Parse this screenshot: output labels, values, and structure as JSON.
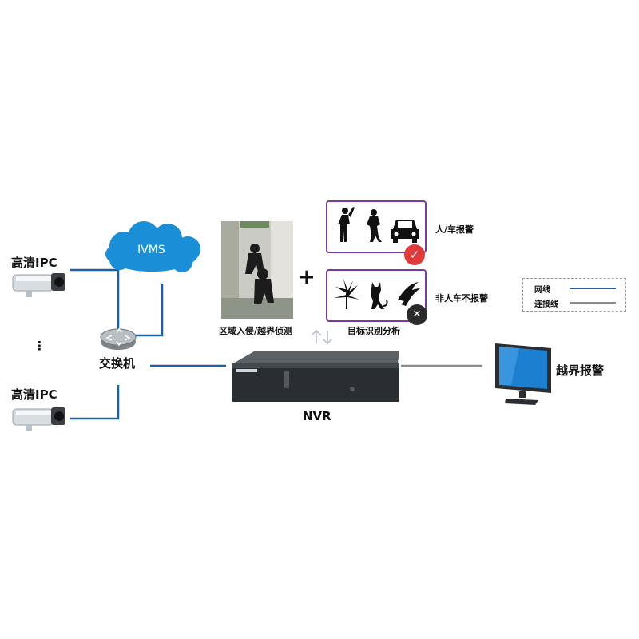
{
  "camera_top": {
    "label": "高清IPC"
  },
  "camera_bottom": {
    "label": "高清IPC"
  },
  "ellipsis": "⋮",
  "cloud": {
    "label": "IVMS"
  },
  "switch": {
    "label": "交换机"
  },
  "nvr": {
    "label": "NVR"
  },
  "monitor": {
    "label": "越界报警"
  },
  "photo": {
    "caption": "区域入侵/越界侦测"
  },
  "plus": "+",
  "recognition": {
    "caption": "目标识别分析",
    "alarm_label": "人/车报警",
    "no_alarm_label": "非人车不报警"
  },
  "legend": {
    "network_label": "网线",
    "connect_label": "连接线",
    "network_color": "#1f5fa6",
    "connect_color": "#8c8c8c"
  },
  "colors": {
    "network_line": "#1f5fa6",
    "connect_line": "#8c8c8c",
    "cloud": "#1a8fd8",
    "panel_border": "#7a3aa0",
    "check_badge": "#e03a3a",
    "cross_badge": "#2b2b2b",
    "monitor_screen": "#1d7fd0"
  },
  "icons": [
    "camera-icon",
    "cloud-icon",
    "switch-icon",
    "nvr-icon",
    "monitor-icon",
    "person-icon",
    "car-icon",
    "plant-icon",
    "cat-icon",
    "bird-icon",
    "check-icon",
    "cross-icon",
    "sync-arrows-icon"
  ]
}
